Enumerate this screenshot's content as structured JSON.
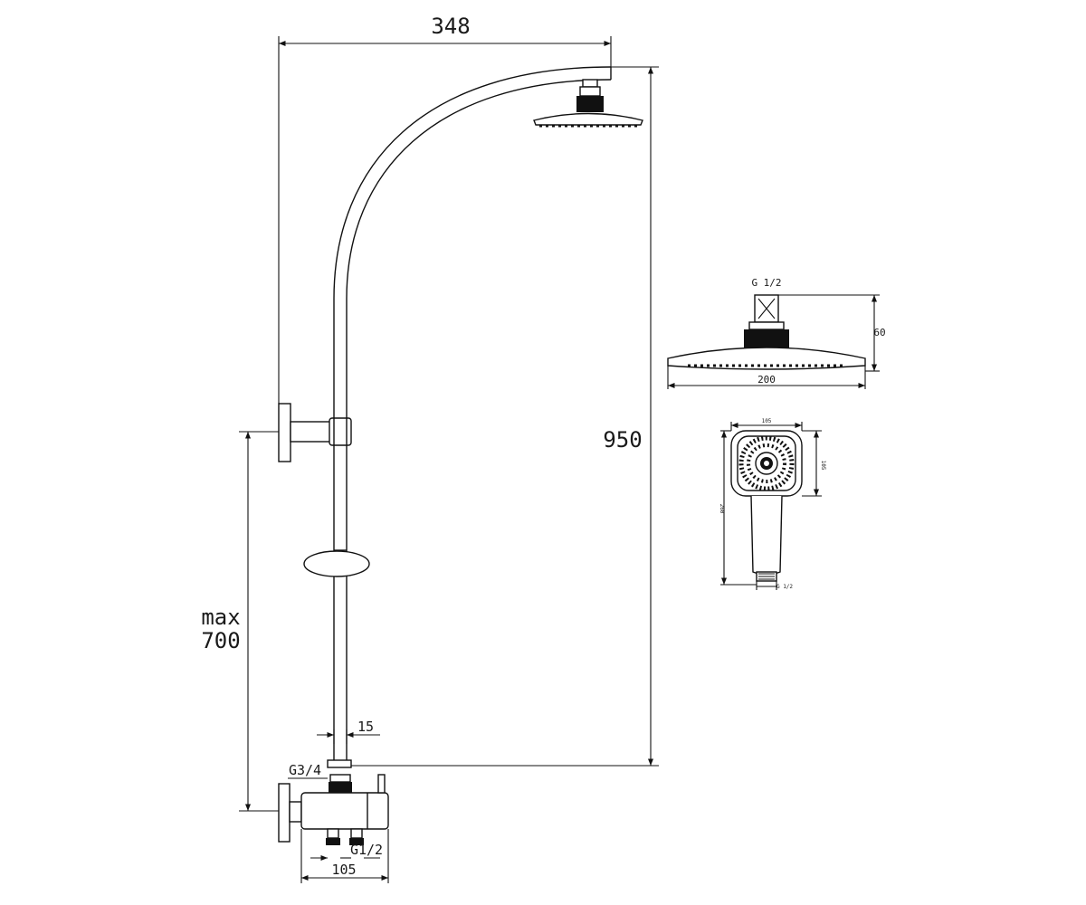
{
  "dimensions": {
    "overall_width": "348",
    "overall_height": "950",
    "max_label": "max",
    "max_value": "700",
    "pipe_diameter": "15",
    "inlet_thread": "G3/4",
    "outlet_thread": "G1/2",
    "valve_width": "105"
  },
  "head_detail": {
    "thread": "G 1/2",
    "height": "60",
    "diameter": "200"
  },
  "hand_detail": {
    "face_width": "105",
    "face_height": "105",
    "length": "260",
    "thread": "G 1/2"
  }
}
